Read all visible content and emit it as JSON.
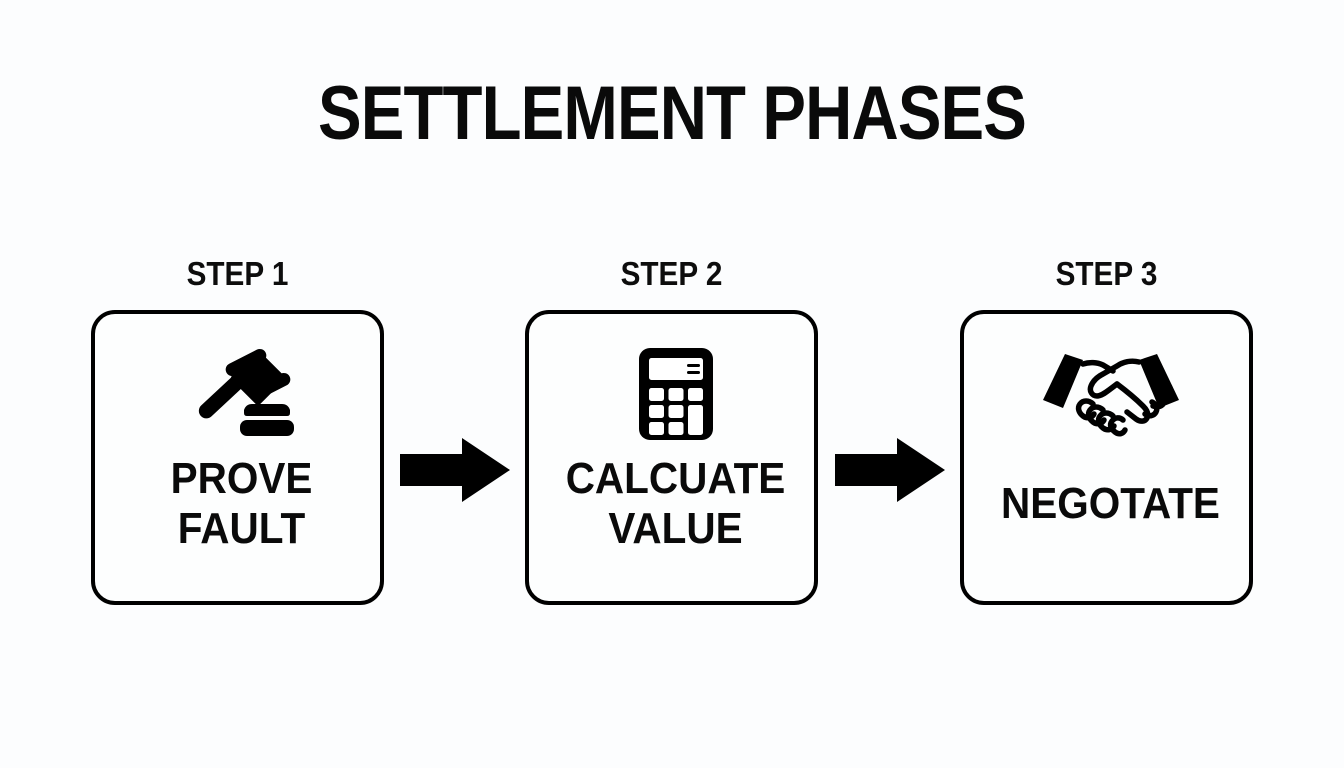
{
  "page": {
    "title": "SETTLEMENT PHASES",
    "background_color": "#fcfdfe",
    "ink_color": "#0a0a0a",
    "layout": "three-step horizontal process flow"
  },
  "steps": [
    {
      "label": "STEP 1",
      "icon": "gavel-icon",
      "caption_line_1": "PROVE",
      "caption_line_2": "FAULT",
      "caption_full": "PROVE FAULT"
    },
    {
      "label": "STEP 2",
      "icon": "calculator-icon",
      "caption_line_1": "CALCUATE",
      "caption_line_2": "VALUE",
      "caption_full": "CALCUATE VALUE"
    },
    {
      "label": "STEP 3",
      "icon": "handshake-icon",
      "caption_line_1": "NEGOTATE",
      "caption_line_2": "",
      "caption_full": "NEGOTATE"
    }
  ],
  "connectors": [
    {
      "name": "arrow-step1-to-step2",
      "direction": "right"
    },
    {
      "name": "arrow-step2-to-step3",
      "direction": "right"
    }
  ]
}
